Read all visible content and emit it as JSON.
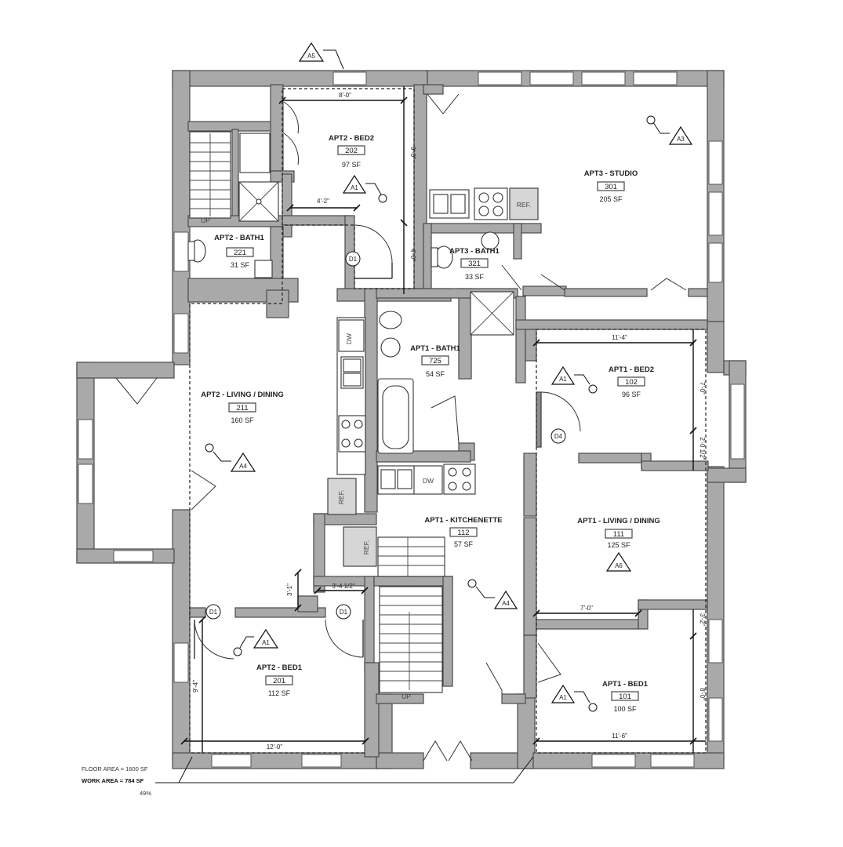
{
  "rooms": [
    {
      "id": "apt2-bed2",
      "name": "APT2 - BED2",
      "number": "202",
      "area": "97 SF"
    },
    {
      "id": "apt3-studio",
      "name": "APT3 - STUDIO",
      "number": "301",
      "area": "205 SF"
    },
    {
      "id": "apt2-bath1",
      "name": "APT2 - BATH1",
      "number": "221",
      "area": "31 SF"
    },
    {
      "id": "apt3-bath1",
      "name": "APT3 - BATH1",
      "number": "321",
      "area": "33 SF"
    },
    {
      "id": "apt1-bath1",
      "name": "APT1 - BATH1",
      "number": "725",
      "area": "54 SF"
    },
    {
      "id": "apt1-bed2",
      "name": "APT1 - BED2",
      "number": "102",
      "area": "96 SF"
    },
    {
      "id": "apt2-living",
      "name": "APT2 - LIVING / DINING",
      "number": "211",
      "area": "160 SF"
    },
    {
      "id": "apt1-kitchenette",
      "name": "APT1 - KITCHENETTE",
      "number": "112",
      "area": "57 SF"
    },
    {
      "id": "apt1-living",
      "name": "APT1 - LIVING / DINING",
      "number": "111",
      "area": "125 SF"
    },
    {
      "id": "apt2-bed1",
      "name": "APT2 - BED1",
      "number": "201",
      "area": "112 SF"
    },
    {
      "id": "apt1-bed1",
      "name": "APT1 - BED1",
      "number": "101",
      "area": "100 SF"
    }
  ],
  "dimensions": {
    "bed2_top": "8'-0\"",
    "bed2_right": "9'-0\"",
    "bed2_right_lower": "4'-0\"",
    "bed2_mid": "4'-2\"",
    "apt1_bed2_top": "11'-4\"",
    "apt1_bed2_right": "7'-0\"",
    "apt1_bed2_right_lower": "2'-0 1/2\"",
    "apt1_living_bottom": "7'-0\"",
    "apt1_bed1_right_top": "3'-2\"",
    "apt1_bed1_right": "8'-0\"",
    "apt1_bed1_bottom": "11'-6\"",
    "apt2_bed1_left": "9'-4\"",
    "apt2_bed1_bottom": "12'-0\"",
    "hall_width": "3'-4 1/2\"",
    "hall_height": "3'-1\""
  },
  "tags": {
    "a1": "A1",
    "a3": "A3",
    "a4": "A4",
    "a5": "A5",
    "a6": "A6",
    "d1": "D1",
    "d4": "D4"
  },
  "fixtures": {
    "ref": "REF.",
    "dw": "DW",
    "up": "UP"
  },
  "stats": {
    "floor_area": "FLOOR AREA = 1600 SF",
    "work_area": "WORK AREA = 784 SF",
    "percent": "49%"
  }
}
